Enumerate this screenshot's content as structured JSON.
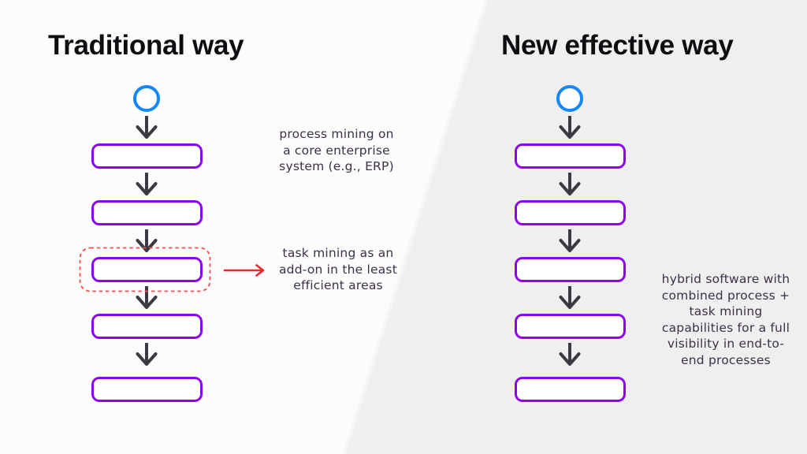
{
  "left_panel": {
    "heading": "Traditional way",
    "flow_steps": 5,
    "annotation_top": "process mining on\na core enterprise\nsystem (e.g., ERP)",
    "annotation_highlight": "task mining as an\nadd-on in the least\nefficient areas"
  },
  "right_panel": {
    "heading": "New effective way",
    "flow_steps": 5,
    "annotation": "hybrid software with\ncombined process +\ntask mining\ncapabilities for a full\nvisibility in end-to-\nend processes"
  },
  "icons": {
    "start_node": "circle-icon",
    "flow_connector": "down-arrow-icon",
    "highlight_pointer": "right-arrow-icon",
    "highlight_frame": "dashed-rounded-rect"
  },
  "colors": {
    "box_border": "#8b06ee",
    "circle_border": "#1487fa",
    "arrow": "#3a3a44",
    "highlight_red": "#f1252b",
    "highlight_red_light": "#f64c4c",
    "annotation_text": "#3d3047",
    "heading_text": "#0e0e12",
    "bg_left": "#fcfcfc",
    "bg_right": "#efeff0"
  }
}
